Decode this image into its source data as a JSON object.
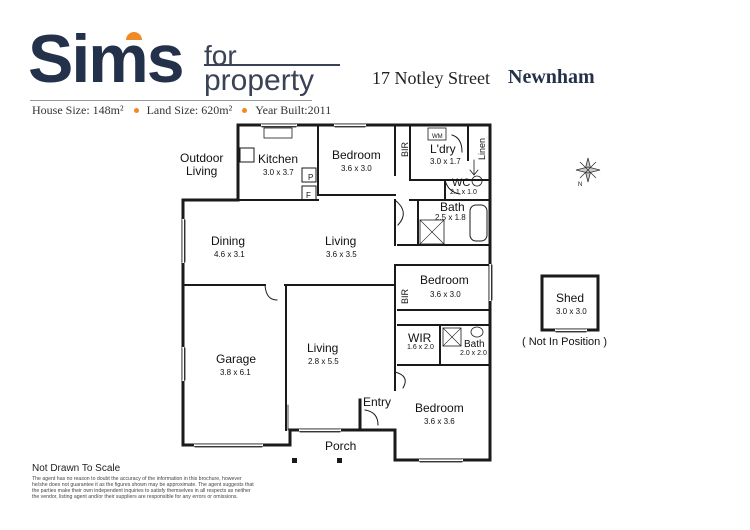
{
  "brand": {
    "sims": "Sims",
    "for": "for",
    "property": "property"
  },
  "address": "17 Notley Street",
  "suburb": "Newnham",
  "stats": [
    "House Size: 148m²",
    "Land Size: 620m²",
    "Year Built:2011"
  ],
  "rooms": {
    "kitchen": {
      "name": "Kitchen",
      "dims": "3.0 x 3.7"
    },
    "bedroom1": {
      "name": "Bedroom",
      "dims": "3.6 x 3.0"
    },
    "laundry": {
      "name": "L'dry",
      "dims": "3.0 x 1.7"
    },
    "linen": "Linen",
    "wm": "WM",
    "bir1": "BIR",
    "bir2": "BIR",
    "wc": {
      "name": "WC",
      "dims": "2.1 x 1.0"
    },
    "bath1": {
      "name": "Bath",
      "dims": "2.5 x 1.8"
    },
    "outdoor": {
      "line1": "Outdoor",
      "line2": "Living"
    },
    "pantry": "P",
    "fridge": "F",
    "dining": {
      "name": "Dining",
      "dims": "4.6 x 3.1"
    },
    "living1": {
      "name": "Living",
      "dims": "3.6 x 3.5"
    },
    "bedroom2": {
      "name": "Bedroom",
      "dims": "3.6 x 3.0"
    },
    "garage": {
      "name": "Garage",
      "dims": "3.8 x 6.1"
    },
    "living2": {
      "name": "Living",
      "dims": "2.8 x 5.5"
    },
    "wir": {
      "name": "WIR",
      "dims": "1.6 x 2.0"
    },
    "bath2": {
      "name": "Bath",
      "dims": "2.0 x 2.0"
    },
    "entry": "Entry",
    "bedroom3": {
      "name": "Bedroom",
      "dims": "3.6 x 3.6"
    },
    "porch": "Porch",
    "shed": {
      "name": "Shed",
      "dims": "3.0 x 3.0"
    }
  },
  "compass_label": "N",
  "shed_note": "( Not In Position )",
  "not_to_scale": "Not Drawn To Scale",
  "disclaimer": "The agent has no reason to doubt the accuracy of the information in this brochure, however he/she does not guarantee it as the figures shown may be approximate. The agent suggests that the parties make their own independent inquiries to satisfy themselves in all respects as neither the vendor, listing agent and/or their suppliers are responsible for any errors or omissions.",
  "colors": {
    "brand_navy": "#23314a",
    "accent_orange": "#f08a24",
    "wall": "#1a1a1a"
  }
}
